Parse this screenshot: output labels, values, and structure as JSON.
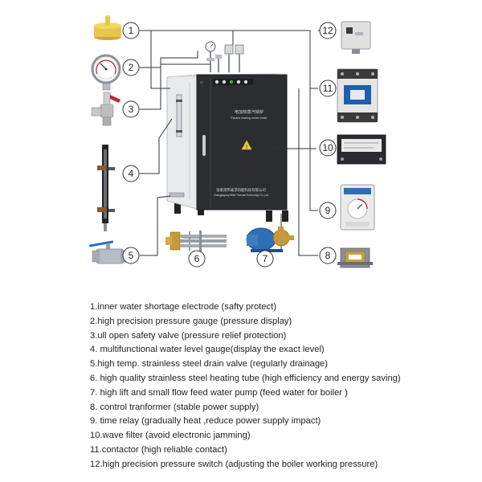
{
  "boiler": {
    "title_cn": "电加热蒸汽锅炉",
    "title_en": "Electric heating steam boiler",
    "maker_cn": "张家港市威孚热能科技有限公司",
    "maker_en": "Zhangjiagang Wiluf Thermal Technology Co.,Ltd"
  },
  "callouts": [
    {
      "num": "1"
    },
    {
      "num": "2"
    },
    {
      "num": "3"
    },
    {
      "num": "4"
    },
    {
      "num": "5"
    },
    {
      "num": "6"
    },
    {
      "num": "7"
    },
    {
      "num": "8"
    },
    {
      "num": "9"
    },
    {
      "num": "10"
    },
    {
      "num": "11"
    },
    {
      "num": "12"
    }
  ],
  "legend": [
    "1.inner water shortage electrode (safty protect)",
    "2.high precision pressure gauge (pressure display)",
    "3.ull open safety valve (pressure relief protection)",
    "4. multifunctional water level gauge(display the exact level)",
    "5.high temp. strainless steel drain valve (regularly drainage)",
    "6. high quality strainless steel heating tube (high efficiency and energy saving)",
    "7.  high lift and small flow feed water pump (feed water for boiler )",
    "8.  control tranformer (stable power supply)",
    "9.  time relay (gradually heat ,reduce power supply impact)",
    "10.wave filter  (avoid electronic jamming)",
    "11.contactor (high reliable contact)",
    "12.high precision pressure switch (adjusting the boiler working pressure)"
  ],
  "colors": {
    "line": "#333333",
    "boiler_front": "#2b2d31",
    "boiler_side": "#e9eaec",
    "water_cap": "#e8c64a",
    "valve_red": "#c0282c",
    "pump_blue": "#2f6fb5",
    "contactor_blue": "#1d5fb0"
  },
  "icons": {
    "c1": "water-shortage-electrode-icon",
    "c2": "pressure-gauge-icon",
    "c3": "safety-valve-icon",
    "c4": "water-level-gauge-icon",
    "c5": "drain-valve-icon",
    "c6": "heating-tube-icon",
    "c7": "feed-water-pump-icon",
    "c8": "control-transformer-icon",
    "c9": "time-relay-icon",
    "c10": "wave-filter-icon",
    "c11": "contactor-icon",
    "c12": "pressure-switch-icon"
  }
}
